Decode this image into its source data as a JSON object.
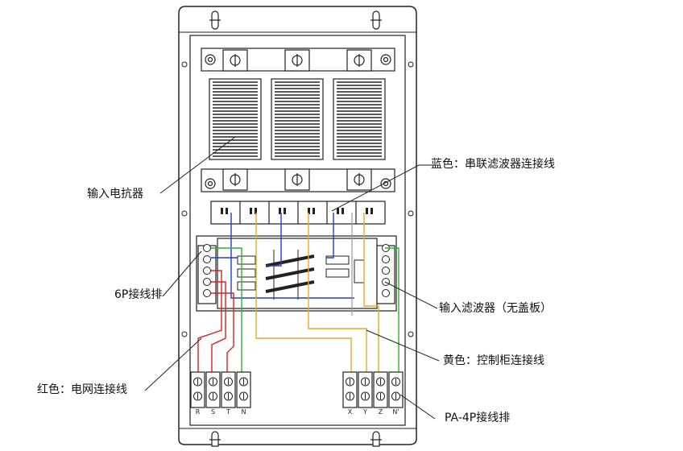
{
  "callouts": {
    "input_reactor": "输入电抗器",
    "blue_wire": "蓝色：串联滤波器连接线",
    "terminal_6p": "6P接线排",
    "input_filter": "输入滤波器（无盖板）",
    "yellow_wire": "黄色：控制柜连接线",
    "red_wire": "红色：电网连接线",
    "terminal_pa4p": "PA-4P接线排"
  },
  "terminals_left": [
    "R",
    "S",
    "T",
    "N"
  ],
  "terminals_right": [
    "X",
    "Y",
    "Z",
    "N'"
  ],
  "colors": {
    "outline": "#222222",
    "red_wire": "#e02020",
    "blue_wire": "#1f3fd0",
    "yellow_wire": "#e8a820",
    "green_wire": "#2bb52b",
    "panel_fill": "#ffffff",
    "gray_wire": "#999999"
  }
}
